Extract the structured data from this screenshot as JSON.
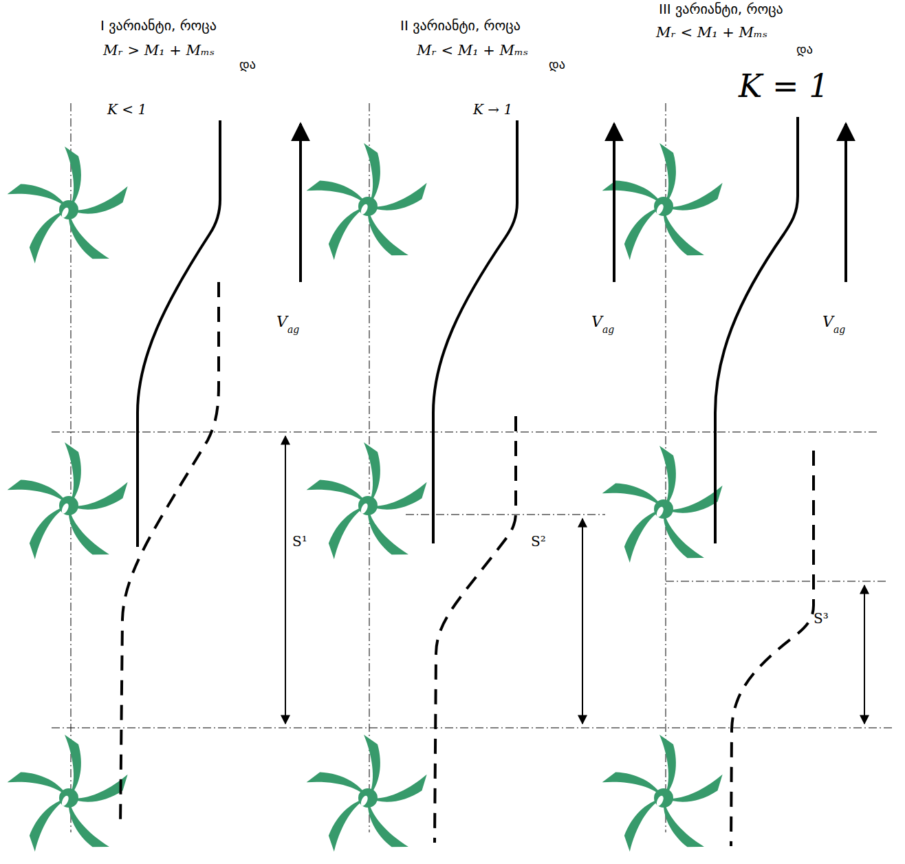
{
  "diagram": {
    "labels": [
      "I ვარიანტი, როცა",
      "Mᵣ > M₁ + Mₘₛ",
      "და",
      "K < 1",
      "II ვარიანტი, როცა",
      "Mᵣ < M₁ + Mₘₛ",
      "და",
      "K → 1",
      "III ვარიანტი, როცა",
      "Mᵣ < M₁ + Mₘₛ",
      "და",
      "K = 1",
      "V",
      "ag",
      "V",
      "ag",
      "V",
      "ag",
      "S¹",
      "S²",
      "S³"
    ]
  }
}
